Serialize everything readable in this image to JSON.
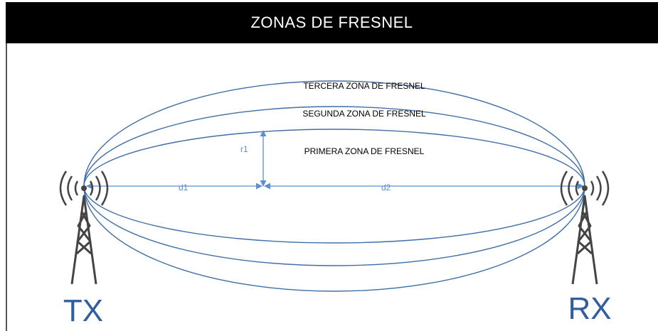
{
  "title": "ZONAS DE FRESNEL",
  "zones": {
    "third": "TERCERA ZONA DE FRESNEL",
    "second": "SEGUNDA ZONA DE FRESNEL",
    "first": "PRIMERA ZONA DE FRESNEL"
  },
  "dimensions": {
    "r1": "r1",
    "d1": "d1",
    "d2": "d2"
  },
  "stations": {
    "tx": "TX",
    "rx": "RX"
  },
  "colors": {
    "ellipse": "#3f6ea8",
    "dimension": "#5b8fcf",
    "tower": "#444444",
    "station_label": "#2f5f9e"
  }
}
